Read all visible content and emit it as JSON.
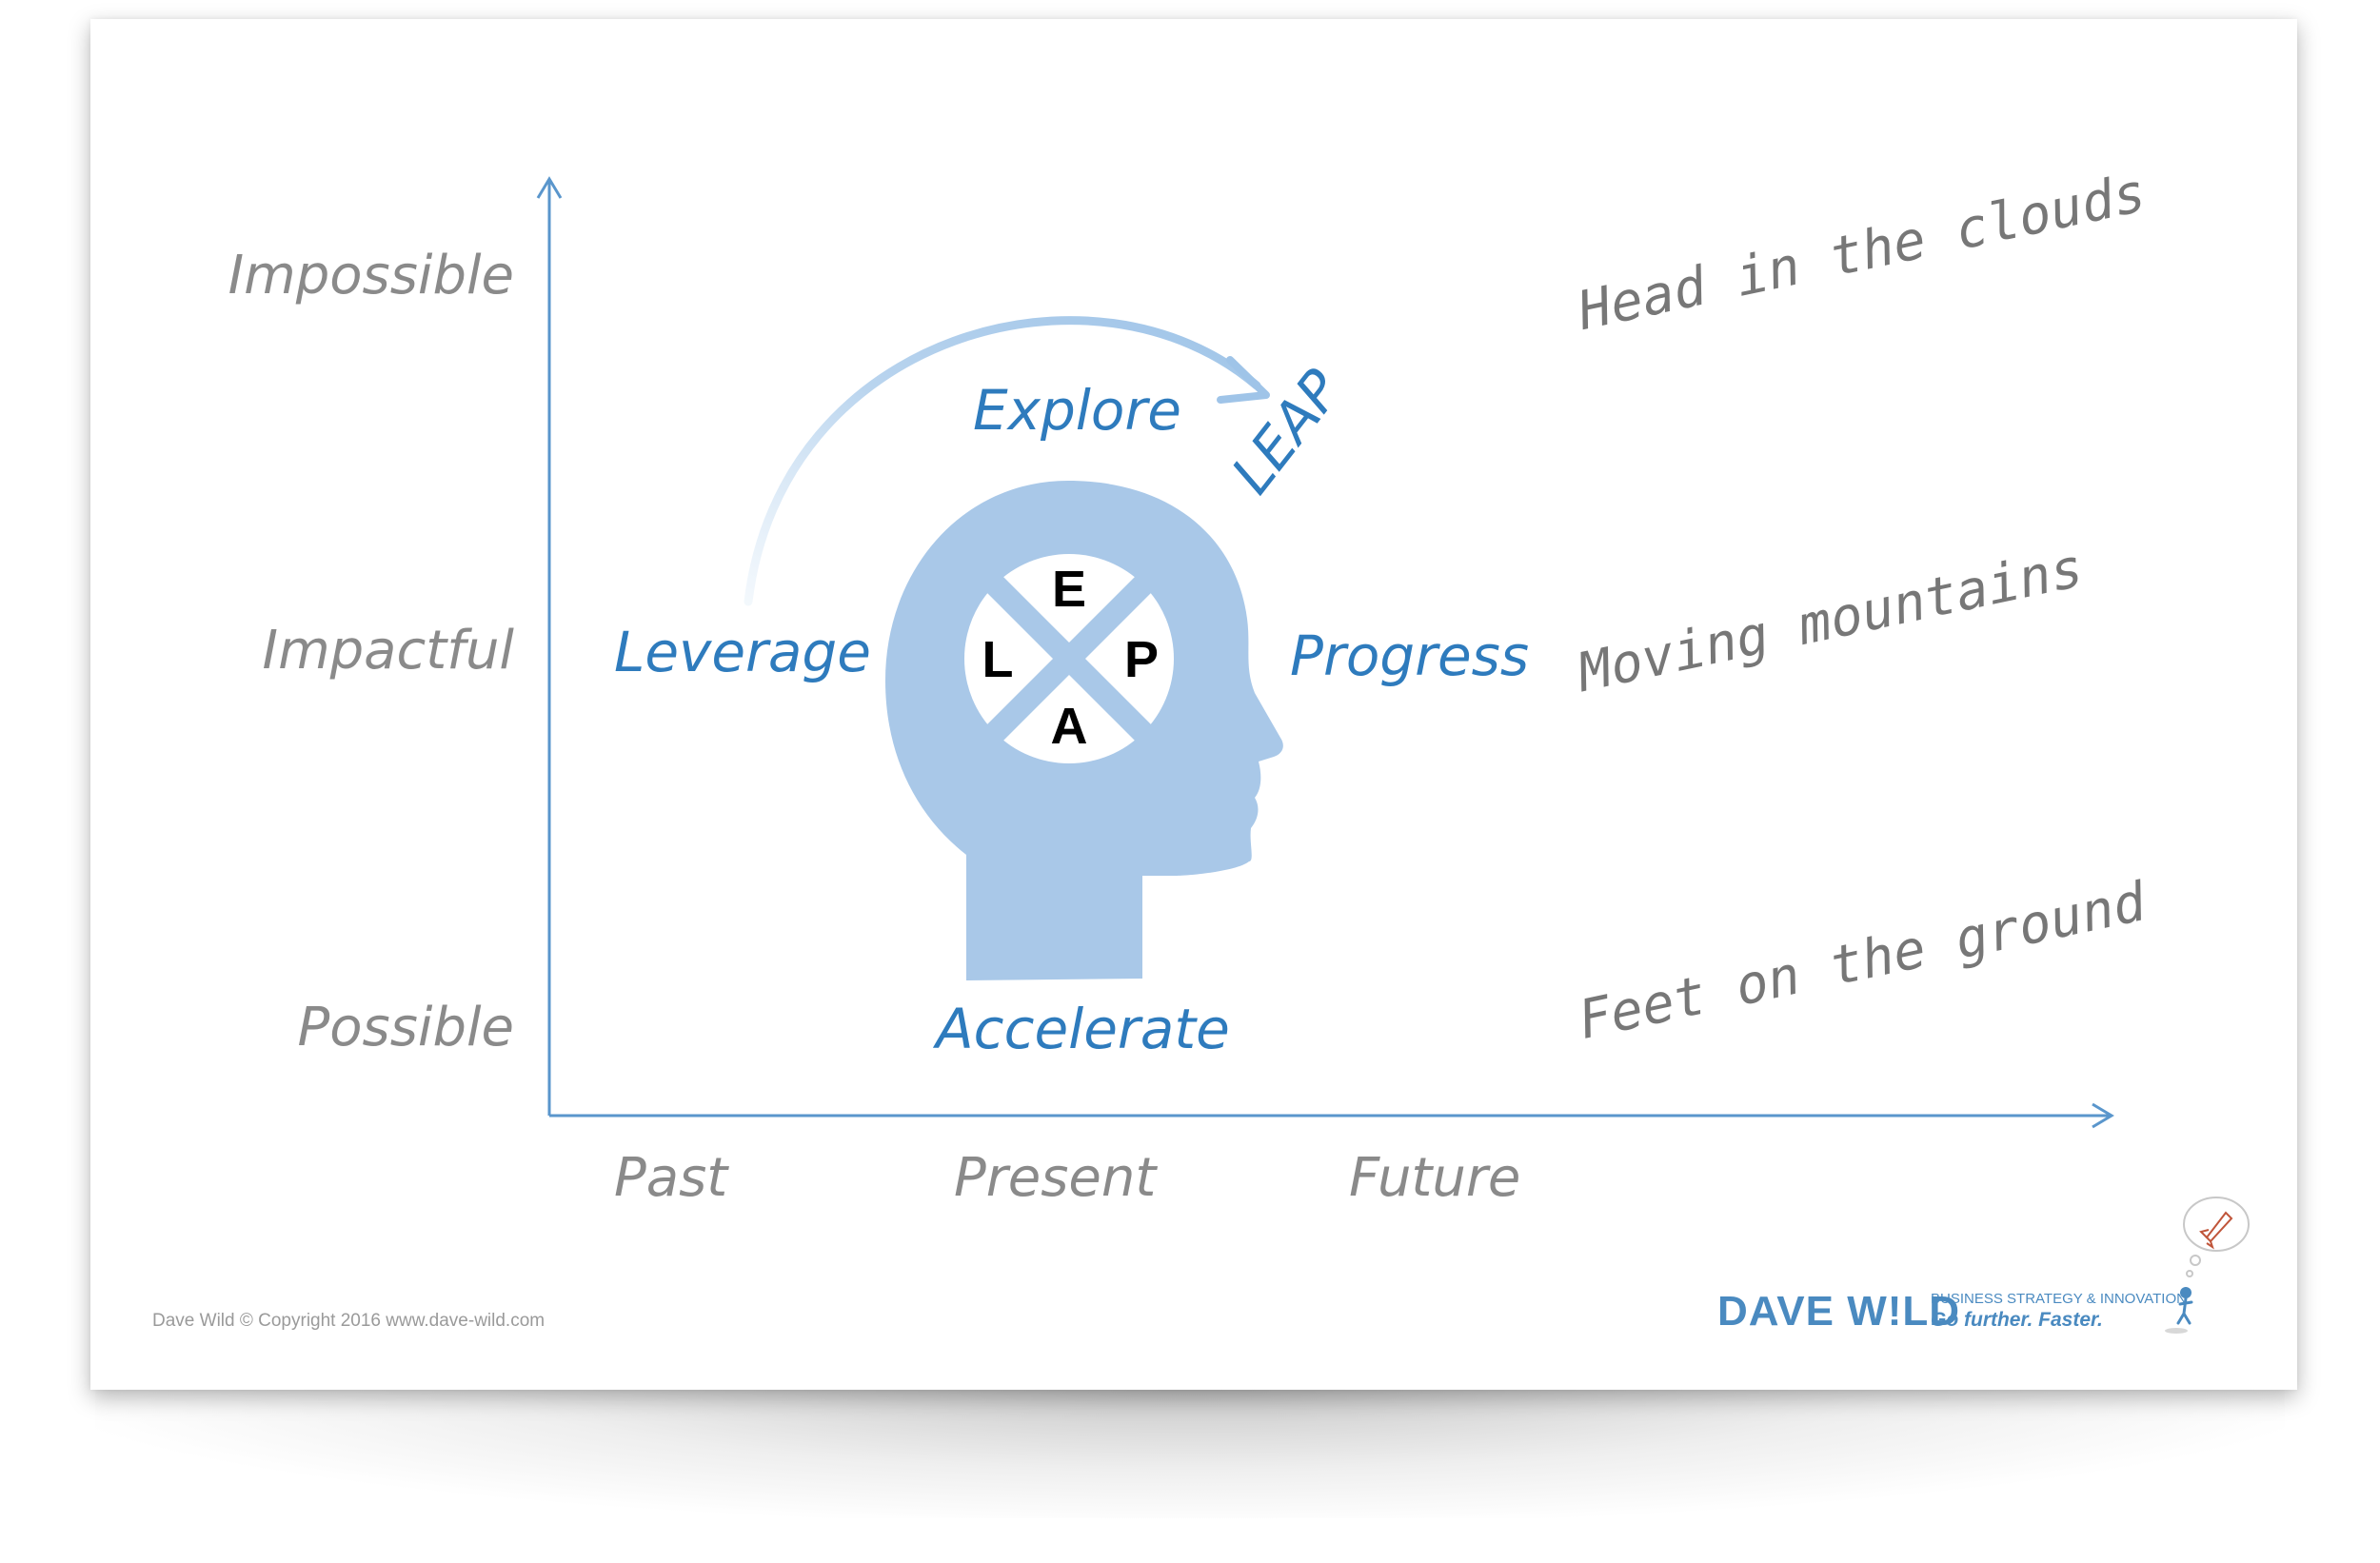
{
  "y_levels": [
    "Impossible",
    "Impactful",
    "Possible"
  ],
  "x_levels": [
    "Past",
    "Present",
    "Future"
  ],
  "phases": {
    "explore": "Explore",
    "leverage": "Leverage",
    "progress": "Progress",
    "accelerate": "Accelerate",
    "leap": "LEAP"
  },
  "letters": {
    "top": "E",
    "left": "L",
    "right": "P",
    "bottom": "A"
  },
  "notes": [
    "Head in the clouds",
    "Moving mountains",
    "Feet on the ground"
  ],
  "footer": {
    "copyright": "Dave Wild © Copyright 2016  www.dave-wild.com"
  },
  "logo": {
    "name": "DAVE W!LD",
    "subtitle": "BUSINESS STRATEGY & INNOVATION",
    "tagline": "Go further. Faster."
  },
  "colors": {
    "accent": "#2e7bbd",
    "head": "#a9c8e8",
    "axis": "#5a96cc",
    "grey_text": "#8a8a8a"
  }
}
